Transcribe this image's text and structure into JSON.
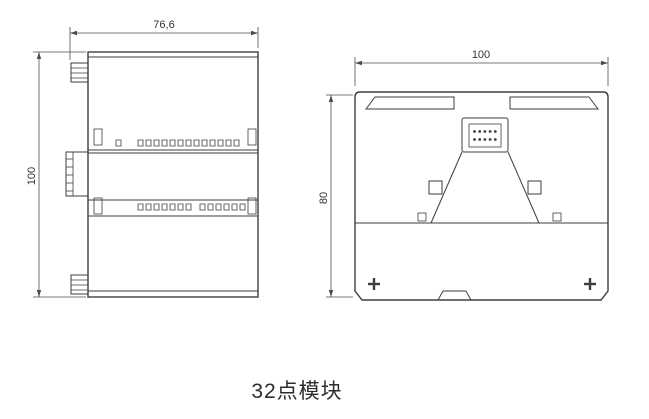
{
  "caption": "32点模块",
  "views": {
    "side": {
      "name": "side-view",
      "width_dimension": "76,6",
      "height_dimension": "100"
    },
    "back": {
      "name": "back-view",
      "width_dimension": "100",
      "height_dimension": "80"
    }
  },
  "colors": {
    "line": "#3a3e44",
    "dimension_line": "#4a4e53",
    "text": "#333333",
    "background": "#ffffff"
  }
}
